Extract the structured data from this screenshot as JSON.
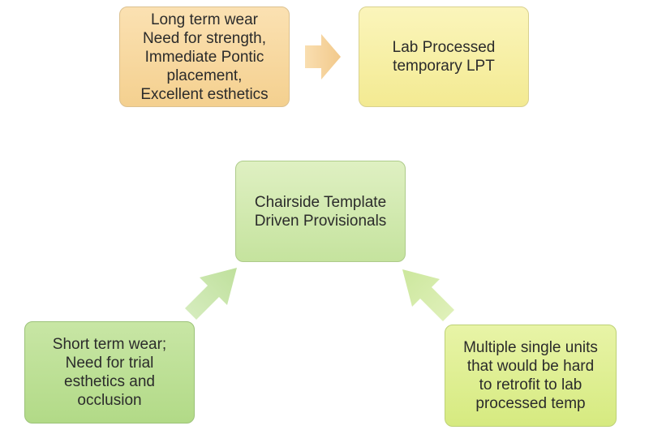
{
  "nodes": {
    "long_term": "Long term wear\nNeed for  strength,\nImmediate Pontic\nplacement,\nExcellent esthetics",
    "lab_processed": "Lab Processed\ntemporary LPT",
    "chairside": "Chairside Template\nDriven Provisionals",
    "short_term": "Short term wear;\nNeed for trial\nesthetics and\nocclusion",
    "multiple_units": "Multiple single units\nthat would be hard\nto retrofit to lab\nprocessed temp"
  },
  "colors": {
    "arrow_top": "#f7d6a0",
    "arrow_left": "#c7e3aa",
    "arrow_right": "#d6ecaa"
  }
}
